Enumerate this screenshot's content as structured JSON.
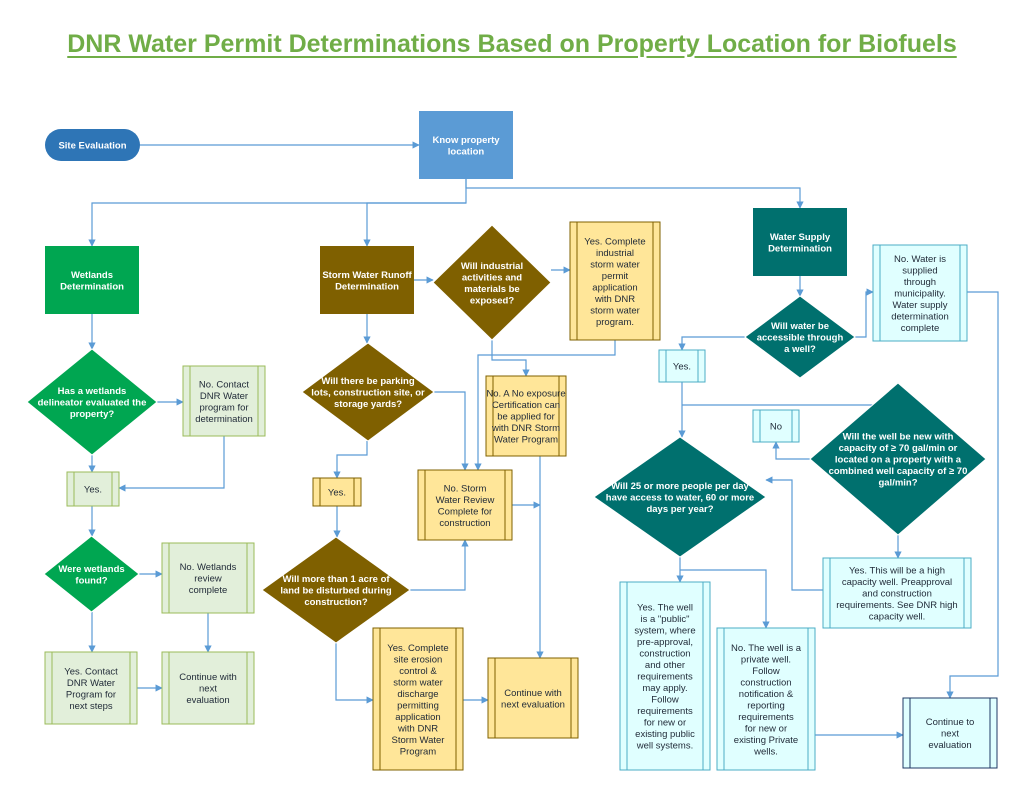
{
  "title": "DNR Water Permit Determinations Based on Property Location for Biofuels",
  "colors": {
    "title": "#70ad47",
    "start": "#2e75b6",
    "blue_box": "#5b9bd5",
    "green": "#00a651",
    "green_light": "#e2efda",
    "brown": "#7f6000",
    "yellow_light": "#ffe699",
    "teal": "#00706e",
    "cyan_light": "#e0ffff",
    "connector": "#5b9bd5"
  },
  "nodes": {
    "site_eval": [
      "Site Evaluation"
    ],
    "know_location": [
      "Know property",
      "location"
    ],
    "wetlands_det": [
      "Wetlands",
      "Determination"
    ],
    "wetlands_q1": [
      "Has a wetlands",
      "delineator evaluated the",
      "property?"
    ],
    "wetlands_no1": [
      "No. Contact",
      "DNR Water",
      "program for",
      "determination"
    ],
    "wetlands_yes1": [
      "Yes."
    ],
    "wetlands_q2": [
      "Were wetlands",
      "found?"
    ],
    "wetlands_no2": [
      "No. Wetlands",
      "review",
      "complete"
    ],
    "wetlands_yes2": [
      "Yes. Contact",
      "DNR Water",
      "Program for",
      "next steps"
    ],
    "wetlands_continue": [
      "Continue with",
      "next",
      "evaluation"
    ],
    "storm_det": [
      "Storm Water Runoff",
      "Determination"
    ],
    "storm_q_industrial": [
      "Will industrial",
      "activities and",
      "materials be",
      "exposed?"
    ],
    "storm_yes_industrial": [
      "Yes. Complete",
      "industrial",
      "storm water",
      "permit",
      "application",
      "with DNR",
      "storm water",
      "program."
    ],
    "storm_no_exposure": [
      "No. A No exposure",
      "Certification can",
      "be applied for",
      "with DNR Storm",
      "Water Program"
    ],
    "storm_q_parking": [
      "Will there be parking",
      "lots, construction site, or",
      "storage yards?"
    ],
    "storm_yes1": [
      "Yes."
    ],
    "storm_no_review": [
      "No. Storm",
      "Water Review",
      "Complete for",
      "construction"
    ],
    "storm_q_acre": [
      "Will more than 1 acre of",
      "land be disturbed during",
      "construction?"
    ],
    "storm_yes_erosion": [
      "Yes. Complete",
      "site erosion",
      "control &",
      "storm water",
      "discharge",
      "permitting",
      "application",
      "with DNR",
      "Storm Water",
      "Program"
    ],
    "storm_continue": [
      "Continue with",
      "next evaluation"
    ],
    "ws_det": [
      "Water Supply",
      "Determination"
    ],
    "ws_no_municipal": [
      "No. Water is",
      "supplied",
      "through",
      "municipality.",
      "Water supply",
      "determination",
      "complete"
    ],
    "ws_q_well": [
      "Will water be",
      "accessible through",
      "a well?"
    ],
    "ws_yes1": [
      "Yes."
    ],
    "ws_no2": [
      "No"
    ],
    "ws_q_capacity": [
      "Will the well be new with",
      "capacity of ≥ 70 gal/min or",
      "located on a property with a",
      "combined well capacity of ≥ 70",
      "gal/min?"
    ],
    "ws_q_people": [
      "Will 25 or more people per day",
      "have access to water, 60 or more",
      "days per year?"
    ],
    "ws_yes_high": [
      "Yes. This will be a high",
      "capacity well. Preapproval",
      "and construction",
      "requirements. See DNR high",
      "capacity well."
    ],
    "ws_yes_public": [
      "Yes. The well",
      "is a \"public\"",
      "system, where",
      "pre-approval,",
      "construction",
      "and other",
      "requirements",
      "may apply.",
      "Follow",
      "requirements",
      "for new or",
      "existing public",
      "well systems."
    ],
    "ws_no_private": [
      "No. The well is a",
      "private well.",
      "Follow",
      "construction",
      "notification &",
      "reporting",
      "requirements",
      "for new or",
      "existing Private",
      "wells."
    ],
    "ws_continue": [
      "Continue to",
      "next",
      "evaluation"
    ]
  }
}
